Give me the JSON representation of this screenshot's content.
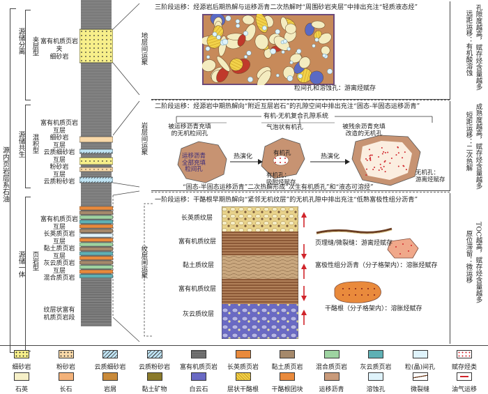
{
  "colors": {
    "column_gray": "#7a7a7a",
    "siltstone": "#f7ef8a",
    "fine_sand": "#f9d9a8",
    "clay_silt": "#bfe3f3",
    "felsic": "#e98a3c",
    "clay_shale": "#a5896b",
    "mixed": "#9ed3a1",
    "dolomitic": "#5fb0b4",
    "pore": "#dff3fb",
    "pitch": "#c99a7a",
    "arrow_red": "#d0242a"
  },
  "left": {
    "outer_label": "源内页岩层系石油",
    "groups": [
      {
        "name": "源储分离",
        "type": "夹层型"
      },
      {
        "name": "源储共生",
        "type": "混积型"
      },
      {
        "name": "源储一体",
        "type": "页岩型"
      }
    ],
    "lith1": [
      "富有机质页岩",
      "夹",
      "细砂岩"
    ],
    "lith2": [
      "富有机质页岩",
      "互层",
      "细砂岩",
      "互层",
      "云质细砂岩",
      "互层",
      "粉砂岩",
      "互层",
      "云质粉砂岩"
    ],
    "lith3": [
      "富有机质页岩",
      "互层",
      "长英质页岩",
      "互层",
      "黏土质页岩",
      "互层",
      "灰云质页岩",
      "互层",
      "混合质页岩"
    ],
    "lith4": [
      "纹层状富有",
      "机质页岩段"
    ],
    "layers": [
      "地层间运聚",
      "岩层间运聚",
      "纹层间运聚"
    ]
  },
  "stage3": {
    "title": "三阶段运移：烃源岩后期热解与运移沥青二次热解时“周围砂岩夹层”中排出充注“轻质液态烃”",
    "caption": "粒间孔和溶蚀孔：游离烃赋存",
    "right_a": "孔隙度越高，赋存烃含量越多",
    "right_b": "远距运移：有机酸溶蚀"
  },
  "stage2": {
    "title": "二阶段运移：烃源岩中期热解向“附近互层岩石”的孔隙空间中排出充注“固态-半固态运移沥青”",
    "system": "有机-无机复合孔隙系统",
    "c1": [
      "被运移沥青充填",
      "的无机粒间孔"
    ],
    "c2": "气泡状有机孔",
    "c3": [
      "被残余沥青充填",
      "改造的无机孔"
    ],
    "p1": [
      "运移沥青",
      "全部充填",
      "粒间孔"
    ],
    "p2": "有机孔",
    "evo": "热演化",
    "sub2": [
      "有机孔：",
      "吸附烃赋存"
    ],
    "sub3": [
      "无机孔：",
      "游离烃赋存"
    ],
    "bottom": "“固态-半固态运移沥青”二次热解形成“次生有机质孔”和“液态可溶烃”",
    "right_a": "成熟度越高，赋存烃含量越多",
    "right_b": "短距运移：二次热解"
  },
  "stage1": {
    "title": "一阶段运移：干酪根早期热解向“紧邻无机纹层”的无机孔隙中排出充注“低熟富极性组分沥青”",
    "laminae": [
      "长英质纹层",
      "富有机质纹层",
      "黏土质纹层",
      "富有机质纹层",
      "灰云质纹层"
    ],
    "n1": "页理缝/微裂缝：游离烃赋存",
    "n2": "富极性组分沥青（分子格架内）：溶胀烃赋存",
    "n3": "干酪根（分子格架内）：溶胀烃赋存",
    "right_a": "TOC越高，赋存烃含量越多",
    "right_b": "原位滞留：微运移"
  },
  "legend_row1": [
    "细砂岩",
    "粉砂岩",
    "云质细砂岩",
    "云质粉砂岩",
    "富有机质页岩",
    "长英质页岩",
    "黏土质页岩",
    "混合质页岩",
    "灰云质页岩",
    "粒(晶)间孔",
    "赋存烃类"
  ],
  "legend_row2": [
    "石英",
    "长石",
    "岩屑",
    "黏土矿物",
    "白云石",
    "层状干酪根",
    "干酪根团块",
    "运移沥青",
    "溶蚀孔",
    "微裂缝",
    "油气运移"
  ]
}
